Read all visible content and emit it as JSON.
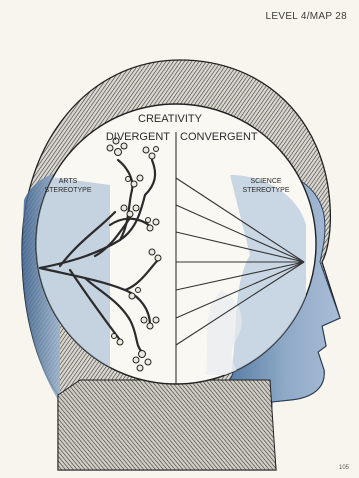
{
  "header": {
    "label": "LEVEL 4/MAP 28"
  },
  "diagram": {
    "title": "CREATIVITY",
    "left_heading": "DIVERGENT",
    "right_heading": "CONVERGENT",
    "left_label_line1": "ARTS",
    "left_label_line2": "STEREOTYPE",
    "right_label_line1": "SCIENCE",
    "right_label_line2": "STEREOTYPE"
  },
  "footer": {
    "page_number": "105"
  },
  "colors": {
    "background": "#f7f5ee",
    "hatch_dark": "#2a2a2a",
    "skin_blue": "#6f8fb3",
    "skin_blue_dark": "#3f5f84",
    "circle_fill": "#f9f8f3"
  }
}
